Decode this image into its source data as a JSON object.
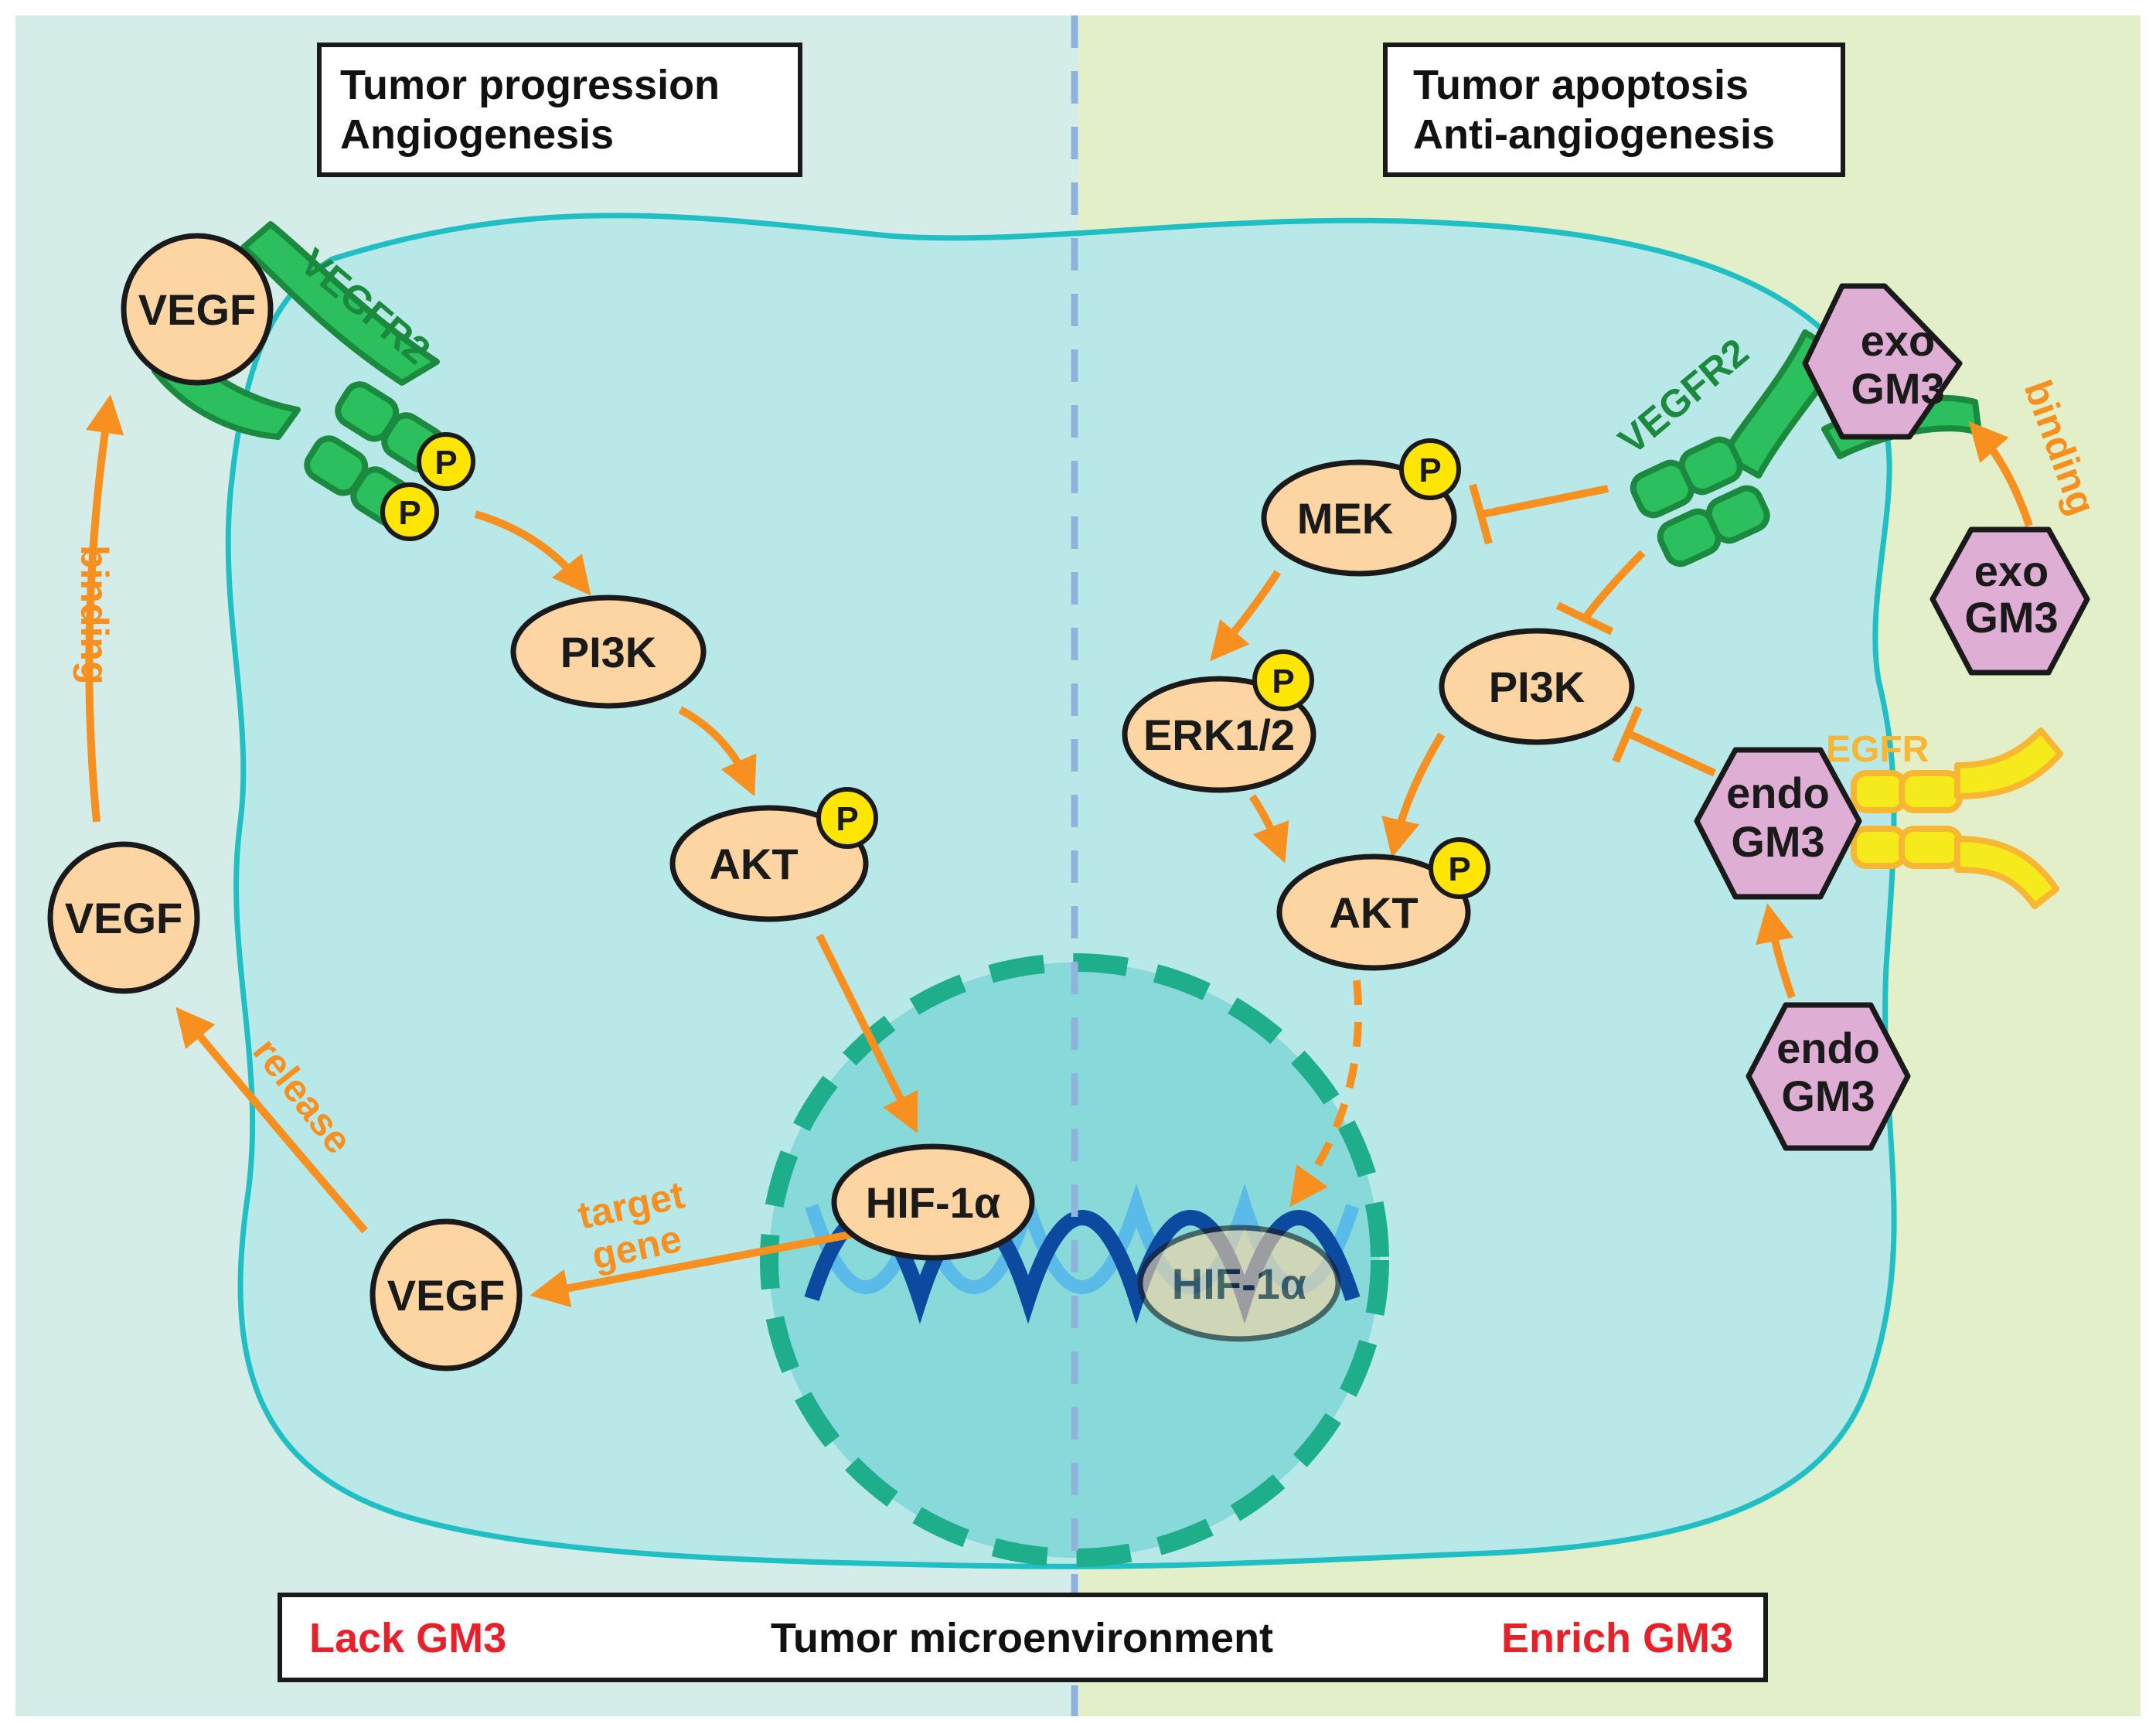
{
  "colors": {
    "left_bg": "#d5ede9",
    "right_bg": "#e2efc8",
    "cell_fill": "#b8e8e8",
    "cell_stroke": "#1fbfc4",
    "nucleus_fill": "#88d9d9",
    "nucleus_stroke": "#1fae8c",
    "node_fill": "#fdd5a2",
    "gm3_fill": "#dfaed5",
    "phospho_fill": "#ffe600",
    "receptor_green": "#2bbf5e",
    "receptor_green_dark": "#1b8a3e",
    "receptor_yellow": "#f5ea1c",
    "receptor_yellow_dark": "#f7b733",
    "arrow_orange": "#f7901e",
    "divider_blue": "#8fb3dd",
    "dna_dark": "#0c4aa0",
    "dna_light": "#5bbbe8",
    "red_text": "#e8202a"
  },
  "left_panel": {
    "title_line1": "Tumor progression",
    "title_line2": "Angiogenesis",
    "vegf_top": "VEGF",
    "vegfr2_label": "VEGFR2",
    "phospho_1": "P",
    "phospho_2": "P",
    "pi3k": "PI3K",
    "akt": "AKT",
    "akt_phospho": "P",
    "hif1a": "HIF-1α",
    "target_gene_line1": "target",
    "target_gene_line2": "gene",
    "vegf_produced": "VEGF",
    "release_label": "release",
    "vegf_released": "VEGF",
    "binding_label": "binding"
  },
  "right_panel": {
    "title_line1": "Tumor apoptosis",
    "title_line2": "Anti-angiogenesis",
    "vegfr2_label": "VEGFR2",
    "exo_gm3_bound_line1": "exo",
    "exo_gm3_bound_line2": "GM3",
    "binding_label": "binding",
    "exo_gm3_free_line1": "exo",
    "exo_gm3_free_line2": "GM3",
    "mek": "MEK",
    "mek_phospho": "P",
    "erk": "ERK1/2",
    "erk_phospho": "P",
    "pi3k": "PI3K",
    "akt": "AKT",
    "akt_phospho": "P",
    "hif1a_inactive": "HIF-1α",
    "egfr_label": "EGFR",
    "endo_gm3_bound_line1": "endo",
    "endo_gm3_bound_line2": "GM3",
    "endo_gm3_free_line1": "endo",
    "endo_gm3_free_line2": "GM3"
  },
  "footer": {
    "left": "Lack GM3",
    "center": "Tumor microenvironment",
    "right": "Enrich GM3"
  }
}
